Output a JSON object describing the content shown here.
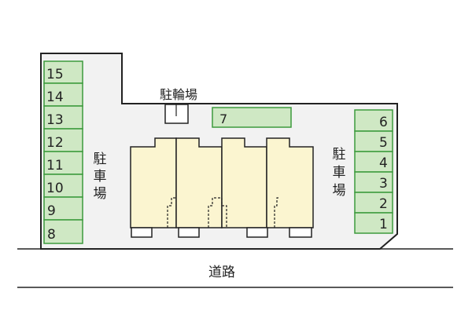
{
  "labels": {
    "bicycle_parking": "駐輪場",
    "parking_left": [
      "駐",
      "車",
      "場"
    ],
    "parking_right": [
      "駐",
      "車",
      "場"
    ],
    "road": "道路"
  },
  "parking_spaces": {
    "left_column": [
      "15",
      "14",
      "13",
      "12",
      "11",
      "10",
      "9",
      "8"
    ],
    "right_column": [
      "6",
      "5",
      "4",
      "3",
      "2",
      "1"
    ],
    "top_single": "7"
  },
  "colors": {
    "lot_fill": "#f2f2f2",
    "space_fill": "#cfe8c4",
    "space_stroke": "#3c9a3c",
    "building_fill": "#fbf5d0",
    "outline": "#222222"
  }
}
